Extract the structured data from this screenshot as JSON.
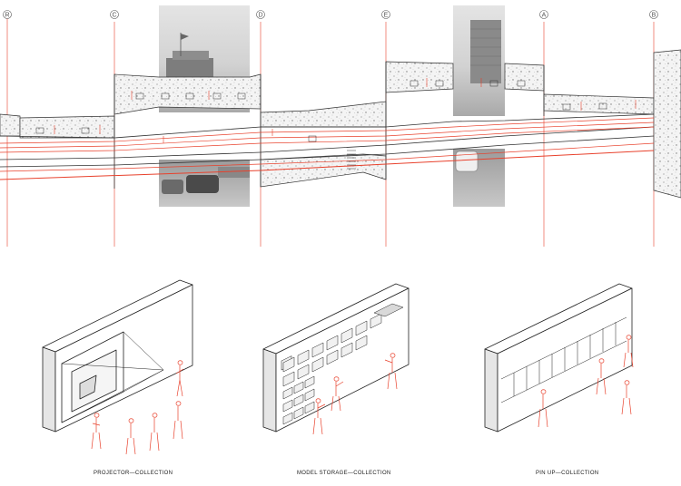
{
  "section": {
    "grid_labels": [
      "R",
      "C",
      "D",
      "E",
      "A",
      "B"
    ],
    "accent_color": "#e8412c",
    "line_color": "#333333"
  },
  "panels": [
    {
      "caption": "PROJECTOR—COLLECTION"
    },
    {
      "caption": "MODEL STORAGE—COLLECTION"
    },
    {
      "caption": "PIN UP—COLLECTION"
    }
  ]
}
